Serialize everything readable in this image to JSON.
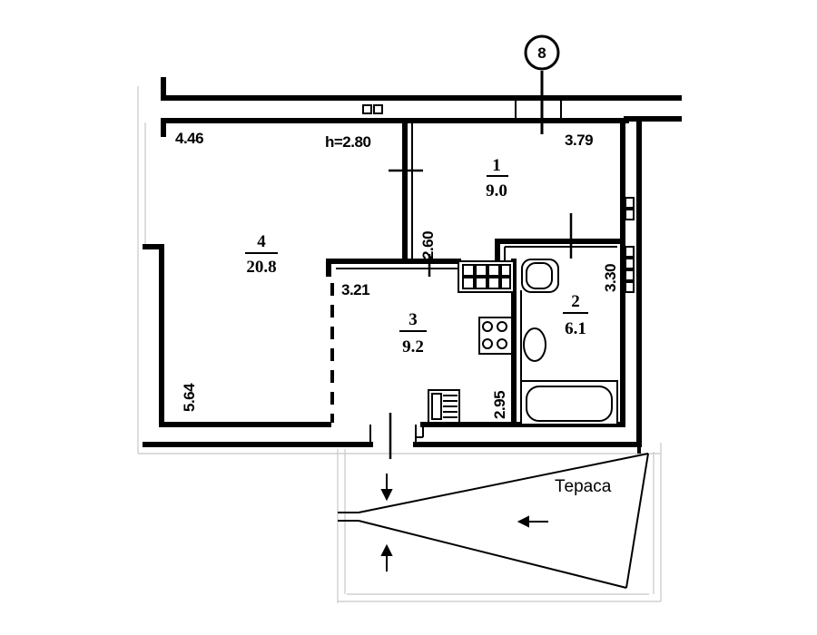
{
  "axis_marker": "8",
  "ceiling_height": "h=2.80",
  "rooms": [
    {
      "number": "1",
      "area": "9.0"
    },
    {
      "number": "2",
      "area": "6.1"
    },
    {
      "number": "3",
      "area": "9.2"
    },
    {
      "number": "4",
      "area": "20.8"
    }
  ],
  "dimensions": {
    "room4_top": "4.46",
    "room4_side": "5.64",
    "room1_top": "3.79",
    "corridor_vertical": "2.60",
    "room3_top": "3.21",
    "room3_side": "2.95",
    "room2_side": "3.30"
  },
  "terrace_label": "Тераса"
}
